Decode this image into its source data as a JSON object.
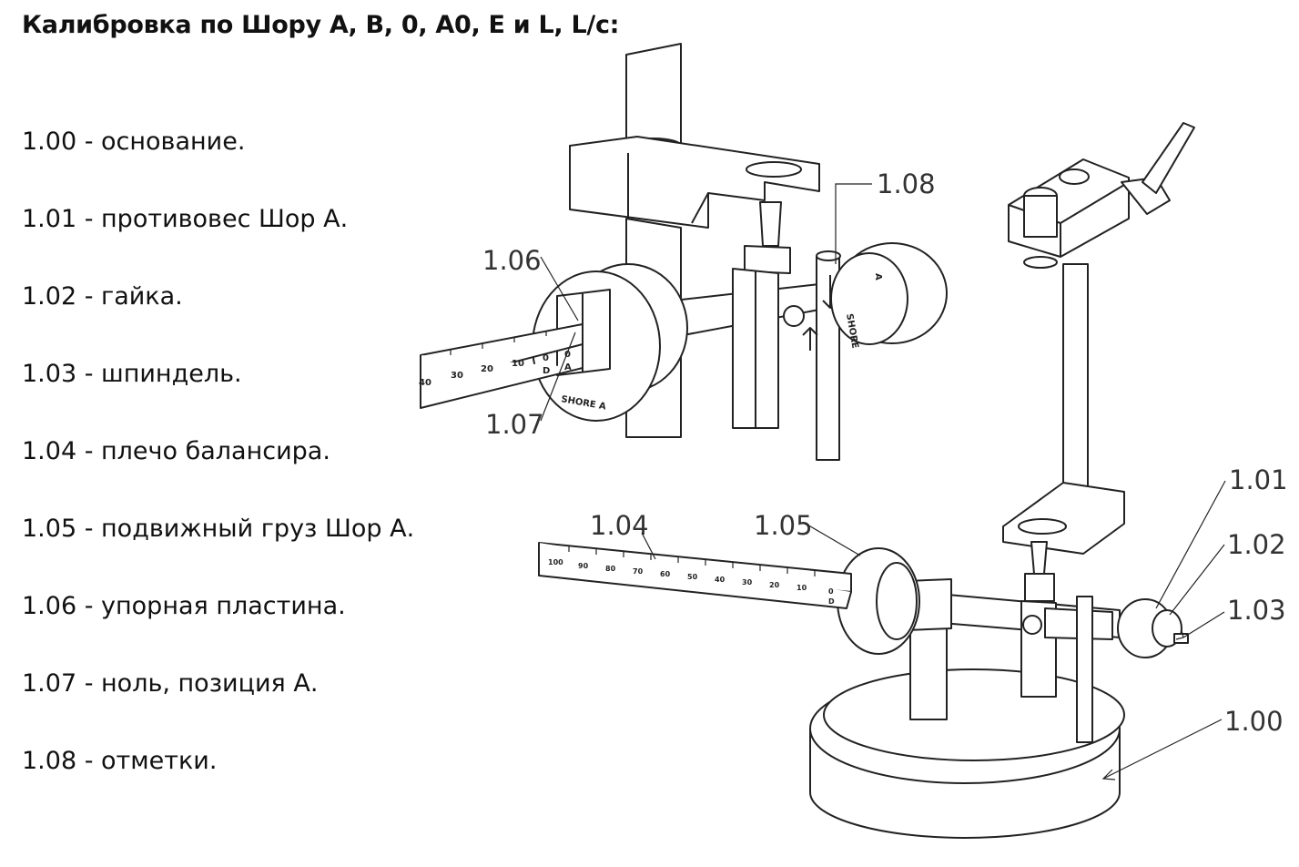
{
  "title": "Калибровка по Шору А, В, 0, А0, Е и L, L/c:",
  "legend": [
    {
      "code": "1.00",
      "text": "1.00 - основание."
    },
    {
      "code": "1.01",
      "text": "1.01 - противовес Шор А."
    },
    {
      "code": "1.02",
      "text": "1.02 - гайка."
    },
    {
      "code": "1.03",
      "text": "1.03 - шпиндель."
    },
    {
      "code": "1.04",
      "text": "1.04 - плечо балансира."
    },
    {
      "code": "1.05",
      "text": "1.05 - подвижный груз Шор А."
    },
    {
      "code": "1.06",
      "text": "1.06 - упорная пластина."
    },
    {
      "code": "1.07",
      "text": "1.07 - ноль, позиция А."
    },
    {
      "code": "1.08",
      "text": "1.08 - отметки."
    }
  ],
  "callouts": {
    "c100": "1.00",
    "c101": "1.01",
    "c102": "1.02",
    "c103": "1.03",
    "c104": "1.04",
    "c105": "1.05",
    "c106": "1.06",
    "c107": "1.07",
    "c108": "1.08"
  },
  "detail_scale": {
    "ticks": [
      "40",
      "30",
      "20",
      "10",
      "0",
      "0"
    ],
    "sub": [
      "D",
      "A"
    ],
    "disk_label": "SHORE A",
    "dial_label": "SHORE",
    "dial_letter": "A"
  },
  "main_scale": {
    "ticks": [
      "100",
      "90",
      "80",
      "70",
      "60",
      "50",
      "40",
      "30",
      "20",
      "10",
      "0"
    ],
    "sub": "D"
  }
}
